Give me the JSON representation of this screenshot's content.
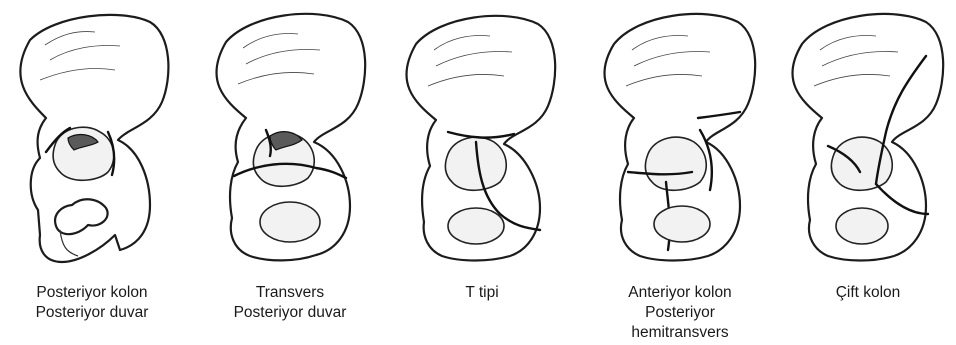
{
  "figures": [
    {
      "id": "posterior-column-posterior-wall",
      "lines": [
        "Posteriyor kolon",
        "Posteriyor duvar"
      ]
    },
    {
      "id": "transverse-posterior-wall",
      "lines": [
        "Transvers",
        "Posteriyor duvar"
      ]
    },
    {
      "id": "t-type",
      "lines": [
        "T tipi"
      ]
    },
    {
      "id": "anterior-column-posterior-hemitransverse",
      "lines": [
        "Anteriyor kolon",
        "Posteriyor",
        "hemitransvers"
      ]
    },
    {
      "id": "both-column",
      "lines": [
        "Çift kolon"
      ]
    }
  ]
}
